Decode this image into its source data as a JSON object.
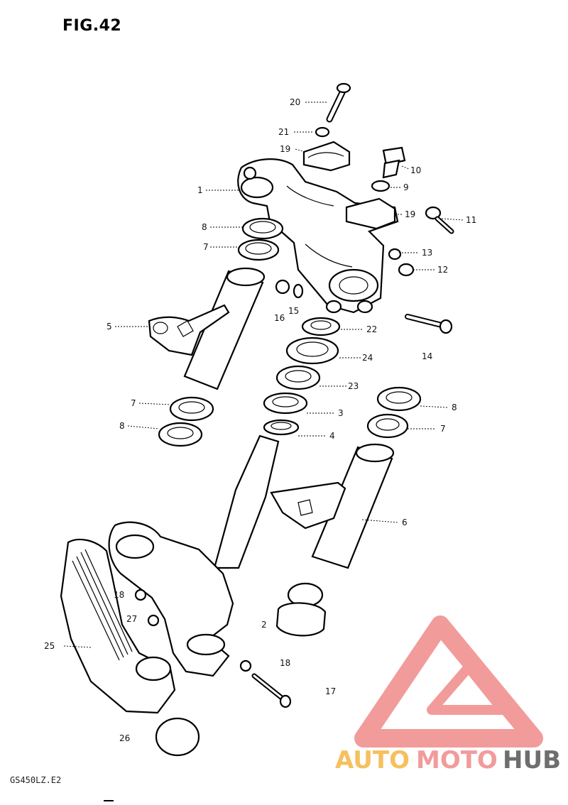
{
  "figure": {
    "title": "FIG.42",
    "model_code": "GS450LZ.E2"
  },
  "callouts": [
    "20",
    "21",
    "19",
    "10",
    "9",
    "1",
    "19",
    "11",
    "8",
    "7",
    "13",
    "12",
    "16",
    "15",
    "22",
    "5",
    "14",
    "24",
    "23",
    "3",
    "4",
    "7",
    "8",
    "8",
    "7",
    "6",
    "18",
    "27",
    "2",
    "18",
    "25",
    "17",
    "26"
  ],
  "watermark": {
    "part1": "AUTO",
    "part2": "MOTO",
    "part3": "HUB",
    "color_primary": "#f08a8a",
    "color_secondary": "#f5b642",
    "color_dark": "#555555"
  }
}
